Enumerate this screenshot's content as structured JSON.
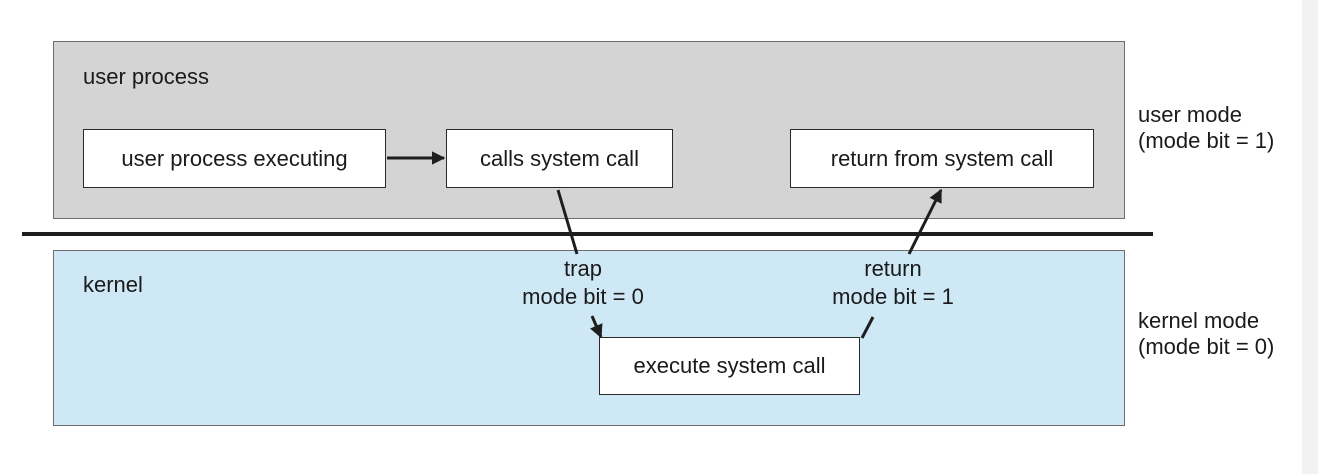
{
  "user_region": {
    "title": "user process",
    "boxes": {
      "executing": "user process executing",
      "calls": "calls system call",
      "return_from": "return from system call"
    },
    "mode_label_line1": "user mode",
    "mode_label_line2": "(mode bit = 1)"
  },
  "kernel_region": {
    "title": "kernel",
    "boxes": {
      "execute": "execute system call"
    },
    "mode_label_line1": "kernel mode",
    "mode_label_line2": "(mode bit = 0)"
  },
  "transitions": {
    "trap_line1": "trap",
    "trap_line2": "mode bit = 0",
    "return_line1": "return",
    "return_line2": "mode bit = 1"
  },
  "colors": {
    "user_region_fill": "#d4d4d4",
    "kernel_region_fill": "#cfe8f6",
    "box_fill": "#ffffff",
    "line": "#1e1e1e"
  }
}
